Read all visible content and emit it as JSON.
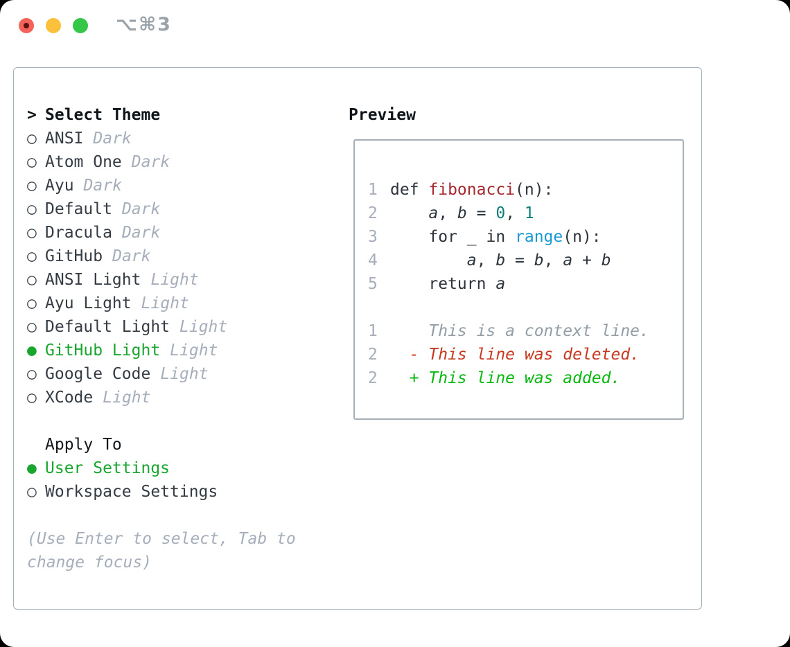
{
  "window": {
    "title": "⌥⌘3",
    "controls": [
      {
        "name": "close"
      },
      {
        "name": "minimize"
      },
      {
        "name": "zoom"
      }
    ]
  },
  "theme_list": {
    "header_marker": ">",
    "header_label": "Select Theme",
    "unselected_marker": "○",
    "selected_marker": "●",
    "themes": [
      {
        "name": "ANSI",
        "tag": "Dark",
        "selected": false
      },
      {
        "name": "Atom One",
        "tag": "Dark",
        "selected": false
      },
      {
        "name": "Ayu",
        "tag": "Dark",
        "selected": false
      },
      {
        "name": "Default",
        "tag": "Dark",
        "selected": false
      },
      {
        "name": "Dracula",
        "tag": "Dark",
        "selected": false
      },
      {
        "name": "GitHub",
        "tag": "Dark",
        "selected": false
      },
      {
        "name": "ANSI Light",
        "tag": "Light",
        "selected": false
      },
      {
        "name": "Ayu Light",
        "tag": "Light",
        "selected": false
      },
      {
        "name": "Default Light",
        "tag": "Light",
        "selected": false
      },
      {
        "name": "GitHub Light",
        "tag": "Light",
        "selected": true
      },
      {
        "name": "Google Code",
        "tag": "Light",
        "selected": false
      },
      {
        "name": "XCode",
        "tag": "Light",
        "selected": false
      }
    ]
  },
  "apply_to": {
    "label": "Apply To",
    "options": [
      {
        "name": "User Settings",
        "selected": true
      },
      {
        "name": "Workspace Settings",
        "selected": false
      }
    ]
  },
  "hint": "(Use Enter to select, Tab to change focus)",
  "preview": {
    "label": "Preview",
    "code_lines": [
      {
        "num": "1",
        "tokens": [
          {
            "t": "def ",
            "c": "plain"
          },
          {
            "t": "fibonacci",
            "c": "fn"
          },
          {
            "t": "(n):",
            "c": "plain"
          }
        ]
      },
      {
        "num": "2",
        "tokens": [
          {
            "t": "    ",
            "c": "plain"
          },
          {
            "t": "a",
            "c": "var"
          },
          {
            "t": ", ",
            "c": "plain"
          },
          {
            "t": "b",
            "c": "var"
          },
          {
            "t": " = ",
            "c": "plain"
          },
          {
            "t": "0",
            "c": "num"
          },
          {
            "t": ", ",
            "c": "plain"
          },
          {
            "t": "1",
            "c": "num"
          }
        ]
      },
      {
        "num": "3",
        "tokens": [
          {
            "t": "    for _ in ",
            "c": "plain"
          },
          {
            "t": "range",
            "c": "bi"
          },
          {
            "t": "(n):",
            "c": "plain"
          }
        ]
      },
      {
        "num": "4",
        "tokens": [
          {
            "t": "        ",
            "c": "plain"
          },
          {
            "t": "a",
            "c": "var"
          },
          {
            "t": ", ",
            "c": "plain"
          },
          {
            "t": "b",
            "c": "var"
          },
          {
            "t": " = ",
            "c": "plain"
          },
          {
            "t": "b",
            "c": "var"
          },
          {
            "t": ", ",
            "c": "plain"
          },
          {
            "t": "a",
            "c": "var"
          },
          {
            "t": " + ",
            "c": "plain"
          },
          {
            "t": "b",
            "c": "var"
          }
        ]
      },
      {
        "num": "5",
        "tokens": [
          {
            "t": "    return ",
            "c": "plain"
          },
          {
            "t": "a",
            "c": "var"
          }
        ]
      }
    ],
    "diff_lines": [
      {
        "num": "1",
        "kind": "context",
        "text": "    This is a context line."
      },
      {
        "num": "2",
        "kind": "deleted",
        "text": "  - This line was deleted."
      },
      {
        "num": "2",
        "kind": "added",
        "text": "  + This line was added."
      }
    ]
  },
  "colors": {
    "text_dark": "#343b43",
    "text_gray": "#a6aebb",
    "accent_green": "#18a62e",
    "code_text": "#2e343c",
    "code_function": "#a5292e",
    "code_number": "#0d7f78",
    "code_builtin": "#1a98d5",
    "diff_context": "#939da6",
    "diff_deleted": "#c6391f",
    "diff_added": "#07b80e",
    "border": "#a7afb7",
    "title_gray": "#9aa2aa",
    "light_red": "#f4635a",
    "light_red_dot": "#591210",
    "light_yellow": "#fbc13c",
    "light_green": "#34c748"
  }
}
